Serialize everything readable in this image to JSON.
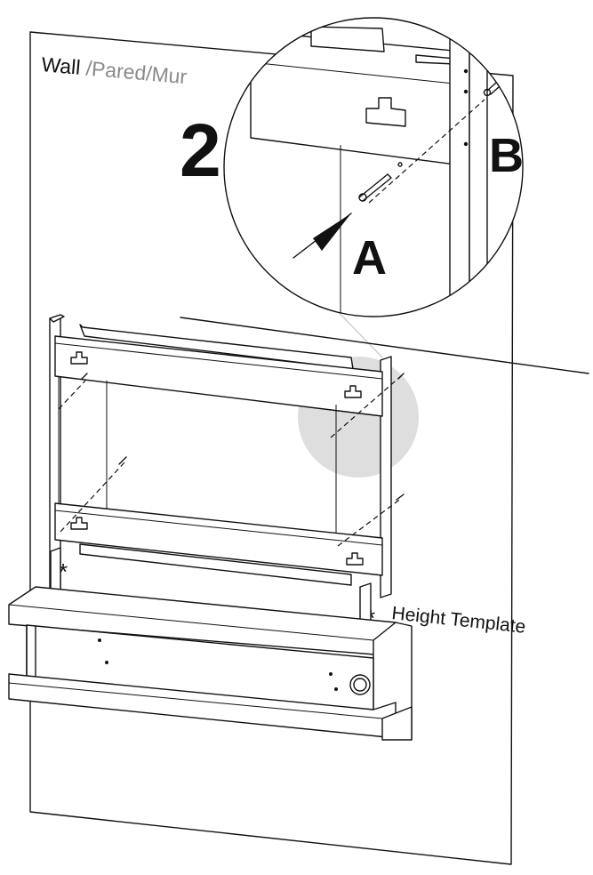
{
  "labels": {
    "wall_main": "Wall",
    "wall_alt": " /Pared/Mur",
    "step_number": "2",
    "callout_a": "A",
    "callout_b": "B",
    "height_mark": "*",
    "height_template": "Height Template"
  },
  "colors": {
    "ink": "#111111",
    "secondary_text": "#8a8a8a",
    "highlight": "#dedede",
    "background": "#ffffff"
  },
  "icons": [
    "asterisk-icon",
    "arrow-icon",
    "anchor-screw-icon",
    "keyhole-bracket-icon"
  ]
}
